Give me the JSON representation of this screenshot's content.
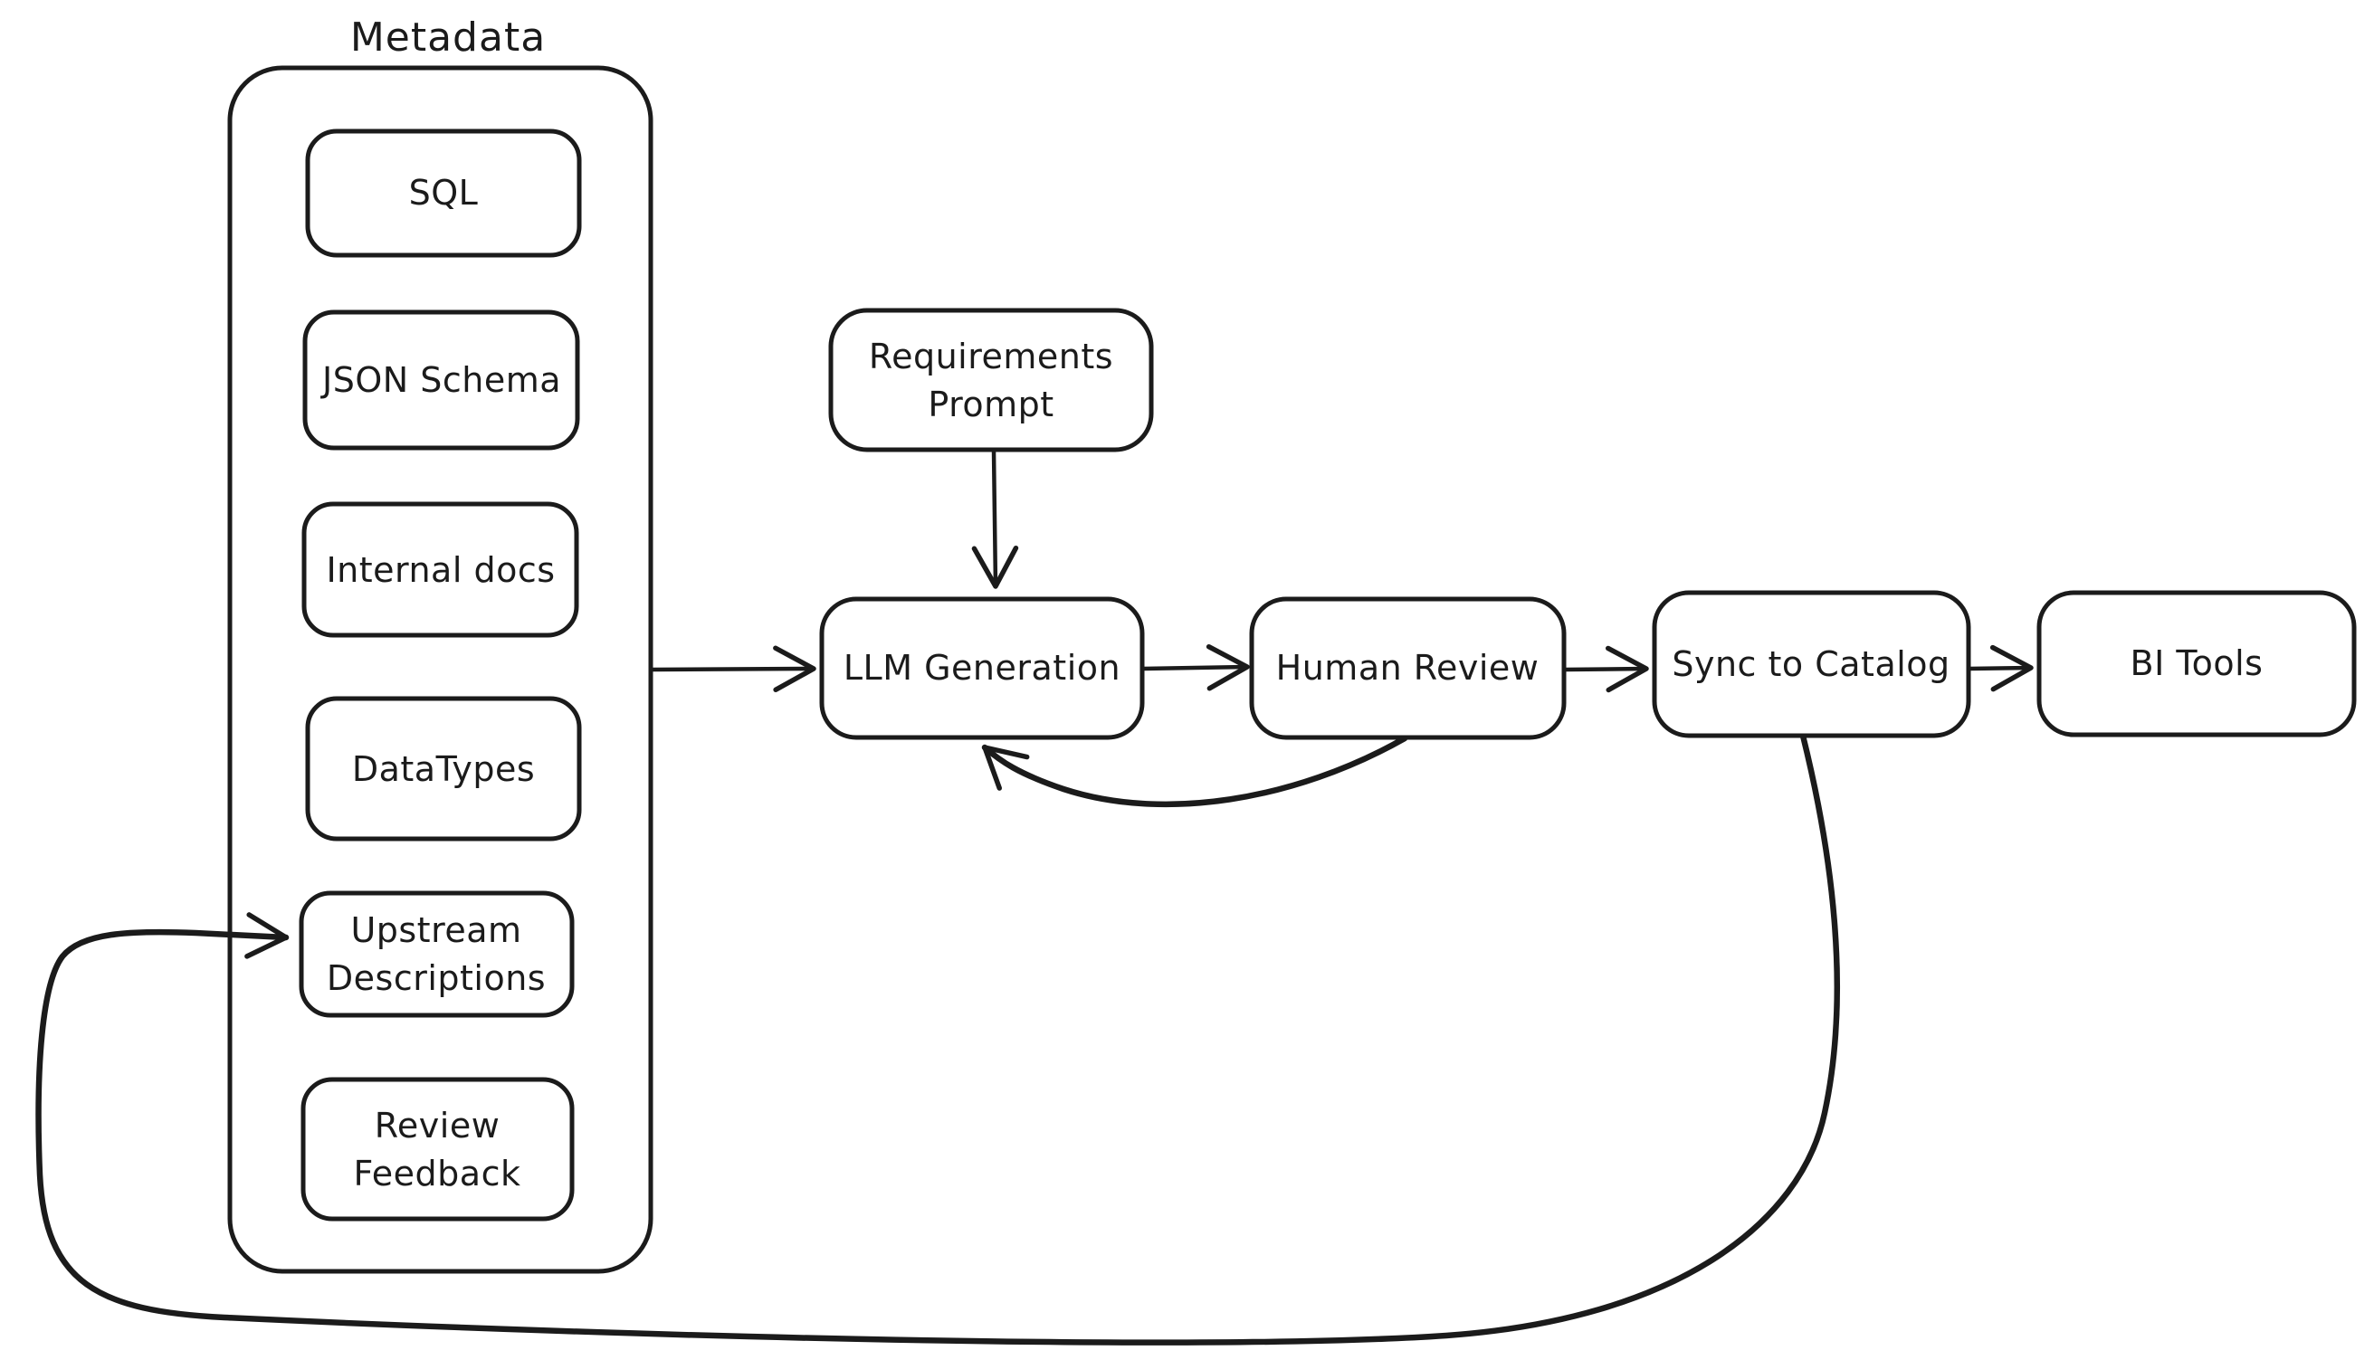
{
  "diagram": {
    "background": "#ffffff",
    "ink_color": "#1b1b1b",
    "groups": {
      "metadata": {
        "label": "Metadata"
      }
    },
    "nodes": {
      "sql": {
        "label": "SQL"
      },
      "json_schema": {
        "label": "JSON Schema"
      },
      "internal_docs": {
        "label": "Internal docs"
      },
      "datatypes": {
        "label": "DataTypes"
      },
      "upstream_descriptions": {
        "lines": [
          "Upstream",
          "Descriptions"
        ]
      },
      "review_feedback": {
        "lines": [
          "Review",
          "Feedback"
        ]
      },
      "requirements_prompt": {
        "lines": [
          "Requirements",
          "Prompt"
        ]
      },
      "llm_generation": {
        "label": "LLM Generation"
      },
      "human_review": {
        "label": "Human Review"
      },
      "sync_to_catalog": {
        "label": "Sync to Catalog"
      },
      "bi_tools": {
        "label": "BI Tools"
      }
    },
    "edges": [
      {
        "from": "Metadata",
        "to": "LLM Generation"
      },
      {
        "from": "Requirements Prompt",
        "to": "LLM Generation"
      },
      {
        "from": "LLM Generation",
        "to": "Human Review"
      },
      {
        "from": "Human Review",
        "to": "LLM Generation",
        "note": "feedback loop"
      },
      {
        "from": "Human Review",
        "to": "Sync to Catalog"
      },
      {
        "from": "Sync to Catalog",
        "to": "BI Tools"
      },
      {
        "from": "Sync to Catalog",
        "to": "Upstream Descriptions",
        "note": "loop around bottom back into metadata"
      }
    ]
  }
}
